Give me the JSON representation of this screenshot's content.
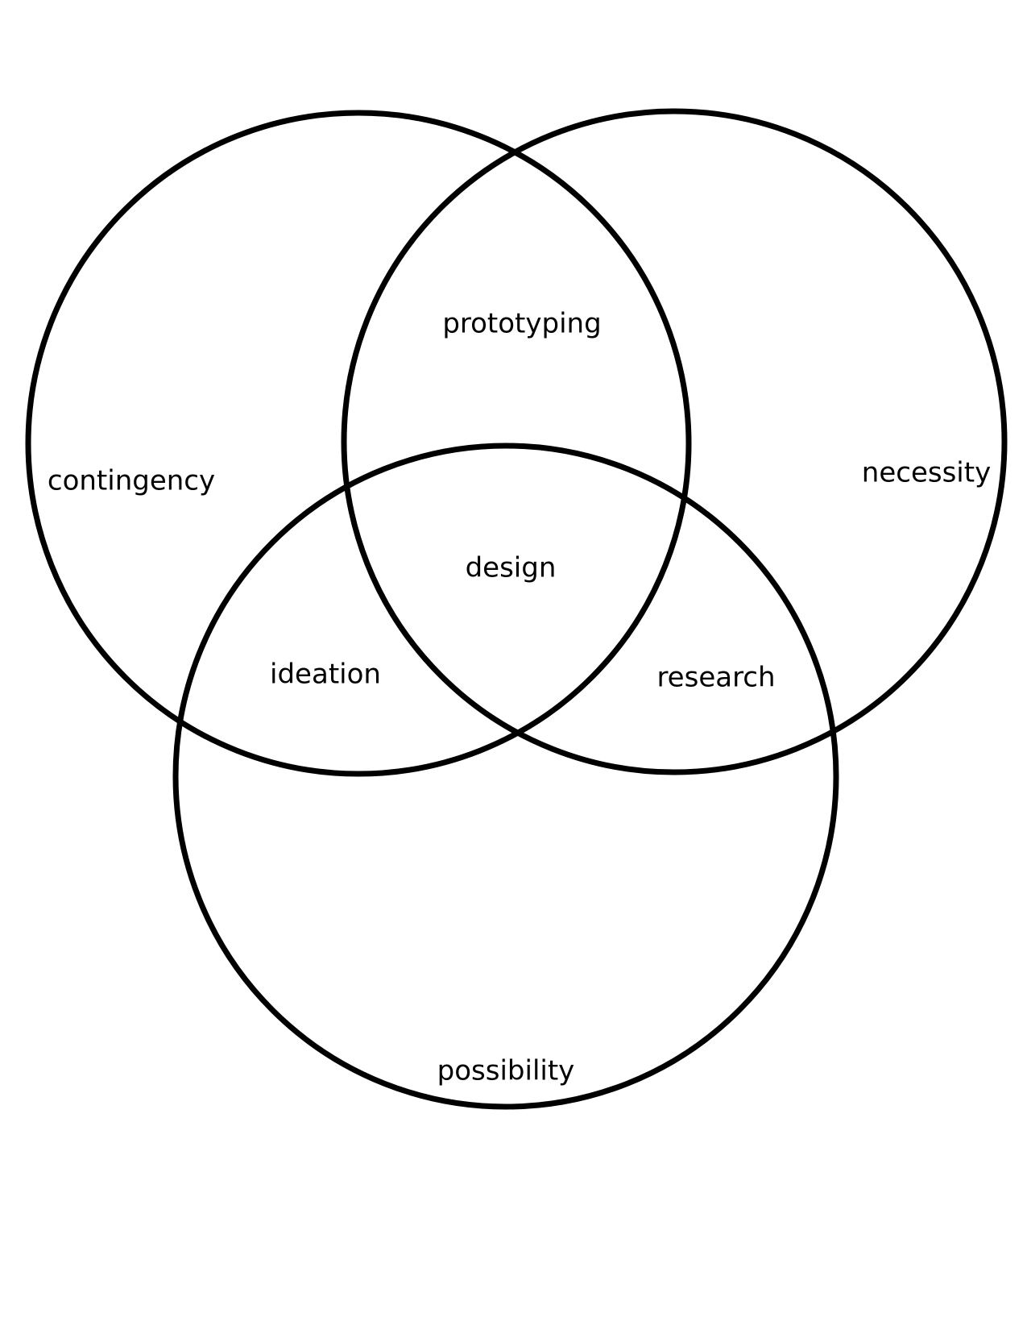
{
  "diagram": {
    "type": "venn",
    "sets": {
      "left": "contingency",
      "right": "necessity",
      "bottom": "possibility"
    },
    "intersections": {
      "left_right": "prototyping",
      "left_bottom": "ideation",
      "right_bottom": "research",
      "all_three": "design"
    }
  },
  "colors": {
    "stroke": "#000000",
    "text": "#000000",
    "background": "#ffffff"
  }
}
